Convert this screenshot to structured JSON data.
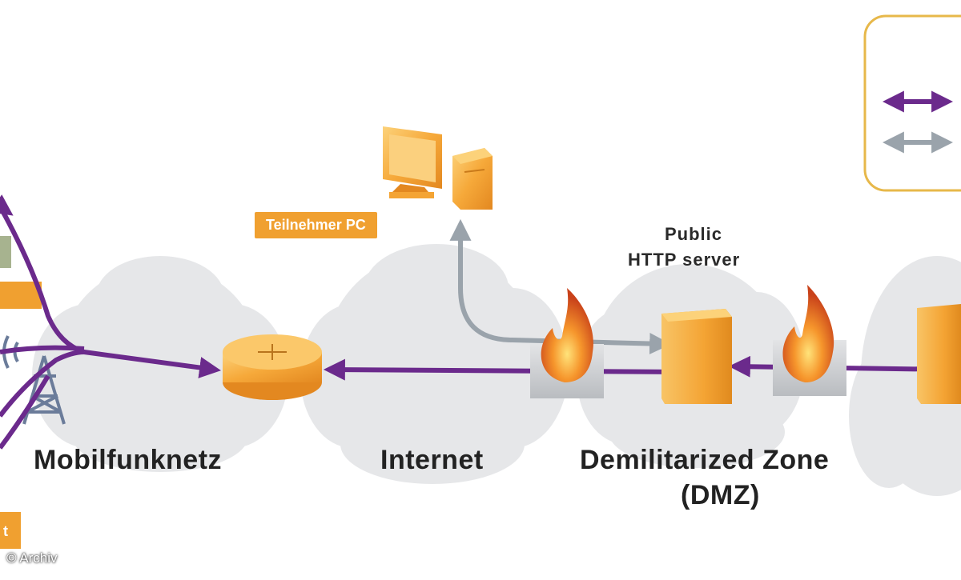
{
  "zones": {
    "mobile": "Mobilfunknetz",
    "internet": "Internet",
    "dmz_line1": "Demilitarized Zone",
    "dmz_line2": "(DMZ)"
  },
  "labels": {
    "participant_pc": "Teilnehmer PC",
    "server_line1": "Public",
    "server_line2": "HTTP server",
    "left_tag_bottom": "t"
  },
  "copyright": "© Archiv",
  "colors": {
    "primary_connection": "#6b2a8c",
    "secondary_connection": "#9aa3ab",
    "device_orange": "#f3a53a",
    "tag_orange": "#f0a030",
    "cloud_gray": "#e6e7e9",
    "legend_border": "#e7b84a"
  },
  "icons": [
    "cell-tower-icon",
    "router-icon",
    "monitor-icon",
    "computer-tower-icon",
    "firewall-icon",
    "server-icon"
  ]
}
